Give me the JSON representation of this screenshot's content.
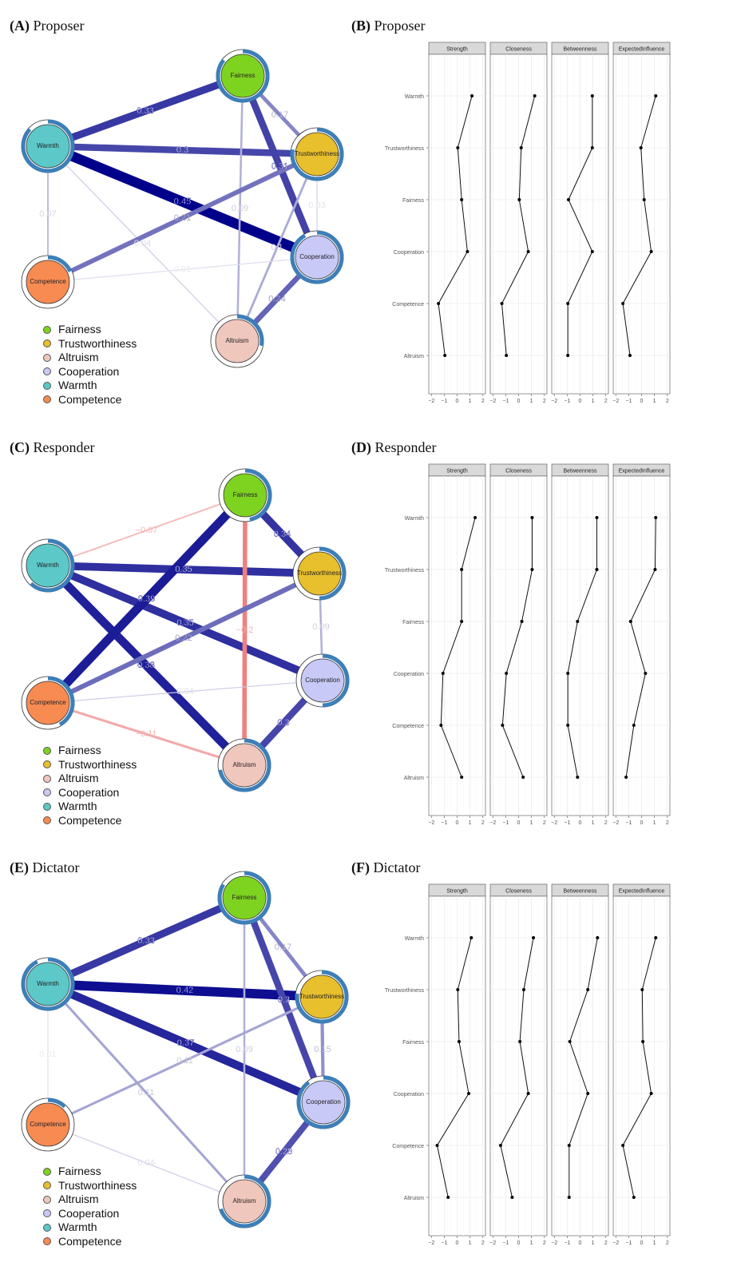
{
  "nodes": [
    "Fairness",
    "Trustworthiness",
    "Altruism",
    "Cooperation",
    "Warmth",
    "Competence"
  ],
  "node_colors": {
    "Fairness": "#7ed321",
    "Trustworthiness": "#e8bf2c",
    "Altruism": "#efc7bd",
    "Cooperation": "#c9c9f7",
    "Warmth": "#5cc8c8",
    "Competence": "#f78b52"
  },
  "colors": {
    "positive_edge": "#00008b",
    "negative_edge": "#f08080",
    "ring": "#3d7fb8"
  },
  "legend": [
    "Fairness",
    "Trustworthiness",
    "Altruism",
    "Cooperation",
    "Warmth",
    "Competence"
  ],
  "panels": [
    {
      "id": "A",
      "letter": "(A)",
      "title": "Proposer",
      "predictability": {
        "Fairness": 0.86,
        "Trustworthiness": 0.78,
        "Altruism": 0.28,
        "Cooperation": 0.92,
        "Warmth": 0.87,
        "Competence": 0.18
      },
      "edges": [
        {
          "from": "Warmth",
          "to": "Fairness",
          "weight": 0.33,
          "label": "0.33"
        },
        {
          "from": "Warmth",
          "to": "Trustworthiness",
          "weight": 0.3,
          "label": "0.3"
        },
        {
          "from": "Warmth",
          "to": "Cooperation",
          "weight": 0.45,
          "label": "0.45"
        },
        {
          "from": "Warmth",
          "to": "Competence",
          "weight": 0.07,
          "label": "0.07"
        },
        {
          "from": "Warmth",
          "to": "Altruism",
          "weight": 0.04,
          "label": "0.04"
        },
        {
          "from": "Fairness",
          "to": "Trustworthiness",
          "weight": 0.17,
          "label": "0.17"
        },
        {
          "from": "Fairness",
          "to": "Cooperation",
          "weight": 0.31,
          "label": "0.31"
        },
        {
          "from": "Fairness",
          "to": "Altruism",
          "weight": 0.09,
          "label": "0.09"
        },
        {
          "from": "Trustworthiness",
          "to": "Competence",
          "weight": 0.21,
          "label": "0.21"
        },
        {
          "from": "Trustworthiness",
          "to": "Cooperation",
          "weight": 0.03,
          "label": "0.03"
        },
        {
          "from": "Trustworthiness",
          "to": "Altruism",
          "weight": 0.1,
          "label": "0.1"
        },
        {
          "from": "Competence",
          "to": "Cooperation",
          "weight": 0.01,
          "label": "0.01"
        },
        {
          "from": "Cooperation",
          "to": "Altruism",
          "weight": 0.24,
          "label": "0.24"
        }
      ]
    },
    {
      "id": "C",
      "letter": "(C)",
      "title": "Responder",
      "predictability": {
        "Fairness": 0.47,
        "Trustworthiness": 0.5,
        "Altruism": 0.72,
        "Cooperation": 0.5,
        "Warmth": 0.62,
        "Competence": 0.42
      },
      "edges": [
        {
          "from": "Warmth",
          "to": "Fairness",
          "weight": -0.07,
          "label": "−0.07"
        },
        {
          "from": "Warmth",
          "to": "Trustworthiness",
          "weight": 0.35,
          "label": "0.35"
        },
        {
          "from": "Warmth",
          "to": "Cooperation",
          "weight": 0.35,
          "label": "0.35"
        },
        {
          "from": "Warmth",
          "to": "Altruism",
          "weight": 0.38,
          "label": "0.38"
        },
        {
          "from": "Fairness",
          "to": "Trustworthiness",
          "weight": 0.34,
          "label": "0.34"
        },
        {
          "from": "Fairness",
          "to": "Competence",
          "weight": 0.39,
          "label": "0.39"
        },
        {
          "from": "Fairness",
          "to": "Altruism",
          "weight": -0.2,
          "label": "−0.2"
        },
        {
          "from": "Trustworthiness",
          "to": "Competence",
          "weight": 0.22,
          "label": "0.22"
        },
        {
          "from": "Trustworthiness",
          "to": "Cooperation",
          "weight": 0.09,
          "label": "0.09"
        },
        {
          "from": "Competence",
          "to": "Cooperation",
          "weight": 0.04,
          "label": "0.04"
        },
        {
          "from": "Competence",
          "to": "Altruism",
          "weight": -0.11,
          "label": "−0.11"
        },
        {
          "from": "Cooperation",
          "to": "Altruism",
          "weight": 0.3,
          "label": "0.3"
        }
      ]
    },
    {
      "id": "E",
      "letter": "(E)",
      "title": "Dictator",
      "predictability": {
        "Fairness": 0.84,
        "Trustworthiness": 0.77,
        "Altruism": 0.7,
        "Cooperation": 0.9,
        "Warmth": 0.93,
        "Competence": 0.12
      },
      "edges": [
        {
          "from": "Warmth",
          "to": "Fairness",
          "weight": 0.33,
          "label": "0.33"
        },
        {
          "from": "Warmth",
          "to": "Trustworthiness",
          "weight": 0.42,
          "label": "0.42"
        },
        {
          "from": "Warmth",
          "to": "Cooperation",
          "weight": 0.37,
          "label": "0.37"
        },
        {
          "from": "Warmth",
          "to": "Competence",
          "weight": 0.01,
          "label": "0.01"
        },
        {
          "from": "Warmth",
          "to": "Altruism",
          "weight": 0.11,
          "label": "0.11"
        },
        {
          "from": "Fairness",
          "to": "Trustworthiness",
          "weight": 0.17,
          "label": "0.17"
        },
        {
          "from": "Fairness",
          "to": "Cooperation",
          "weight": 0.3,
          "label": "0.3"
        },
        {
          "from": "Fairness",
          "to": "Altruism",
          "weight": 0.09,
          "label": "0.09"
        },
        {
          "from": "Trustworthiness",
          "to": "Competence",
          "weight": 0.11,
          "label": "0.11"
        },
        {
          "from": "Trustworthiness",
          "to": "Cooperation",
          "weight": 0.15,
          "label": "0.15"
        },
        {
          "from": "Competence",
          "to": "Altruism",
          "weight": 0.04,
          "label": "0.04"
        },
        {
          "from": "Cooperation",
          "to": "Altruism",
          "weight": 0.28,
          "label": "0.28"
        }
      ]
    }
  ],
  "chart_data": [
    {
      "id": "B",
      "type": "line",
      "letter": "(B)",
      "title": "Proposer",
      "facets": [
        "Strength",
        "Closeness",
        "Betweenness",
        "ExpectedInfluence"
      ],
      "categories": [
        "Warmth",
        "Trustworthiness",
        "Fairness",
        "Cooperation",
        "Competence",
        "Altruism"
      ],
      "xlim": [
        -2.2,
        2.2
      ],
      "xticks": [
        "−2",
        "−1",
        "0",
        "1",
        "2"
      ],
      "xtick_values": [
        -2,
        -1,
        0,
        1,
        2
      ],
      "grid": true,
      "series": [
        {
          "name": "Strength",
          "values": [
            1.15,
            0.05,
            0.35,
            0.8,
            -1.45,
            -0.95
          ]
        },
        {
          "name": "Closeness",
          "values": [
            1.25,
            0.2,
            0.05,
            0.75,
            -1.3,
            -0.95
          ]
        },
        {
          "name": "Betweenness",
          "values": [
            0.95,
            0.95,
            -0.9,
            0.95,
            -0.95,
            -0.95
          ]
        },
        {
          "name": "ExpectedInfluence",
          "values": [
            1.1,
            -0.05,
            0.2,
            0.75,
            -1.45,
            -0.9
          ]
        }
      ]
    },
    {
      "id": "D",
      "type": "line",
      "letter": "(D)",
      "title": "Responder",
      "facets": [
        "Strength",
        "Closeness",
        "Betweenness",
        "ExpectedInfluence"
      ],
      "categories": [
        "Warmth",
        "Trustworthiness",
        "Fairness",
        "Cooperation",
        "Competence",
        "Altruism"
      ],
      "xlim": [
        -2.2,
        2.2
      ],
      "xticks": [
        "−2",
        "−1",
        "0",
        "1",
        "2"
      ],
      "xtick_values": [
        -2,
        -1,
        0,
        1,
        2
      ],
      "grid": true,
      "series": [
        {
          "name": "Strength",
          "values": [
            1.4,
            0.35,
            0.35,
            -1.1,
            -1.25,
            0.35
          ]
        },
        {
          "name": "Closeness",
          "values": [
            1.05,
            1.05,
            0.25,
            -0.95,
            -1.25,
            0.35
          ]
        },
        {
          "name": "Betweenness",
          "values": [
            1.3,
            1.3,
            -0.2,
            -0.95,
            -0.95,
            -0.2
          ]
        },
        {
          "name": "ExpectedInfluence",
          "values": [
            1.1,
            1.05,
            -0.85,
            0.3,
            -0.6,
            -1.2
          ]
        }
      ]
    },
    {
      "id": "F",
      "type": "line",
      "letter": "(F)",
      "title": "Dictator",
      "facets": [
        "Strength",
        "Closeness",
        "Betweenness",
        "ExpectedInfluence"
      ],
      "categories": [
        "Warmth",
        "Trustworthiness",
        "Fairness",
        "Cooperation",
        "Competence",
        "Altruism"
      ],
      "xlim": [
        -2.2,
        2.2
      ],
      "xticks": [
        "−2",
        "−1",
        "0",
        "1",
        "2"
      ],
      "xtick_values": [
        -2,
        -1,
        0,
        1,
        2
      ],
      "grid": true,
      "series": [
        {
          "name": "Strength",
          "values": [
            1.1,
            0.05,
            0.15,
            0.9,
            -1.55,
            -0.7
          ]
        },
        {
          "name": "Closeness",
          "values": [
            1.15,
            0.4,
            0.1,
            0.75,
            -1.4,
            -0.5
          ]
        },
        {
          "name": "Betweenness",
          "values": [
            1.35,
            0.6,
            -0.8,
            0.6,
            -0.85,
            -0.85
          ]
        },
        {
          "name": "ExpectedInfluence",
          "values": [
            1.1,
            0.05,
            0.1,
            0.75,
            -1.45,
            -0.6
          ]
        }
      ]
    }
  ]
}
